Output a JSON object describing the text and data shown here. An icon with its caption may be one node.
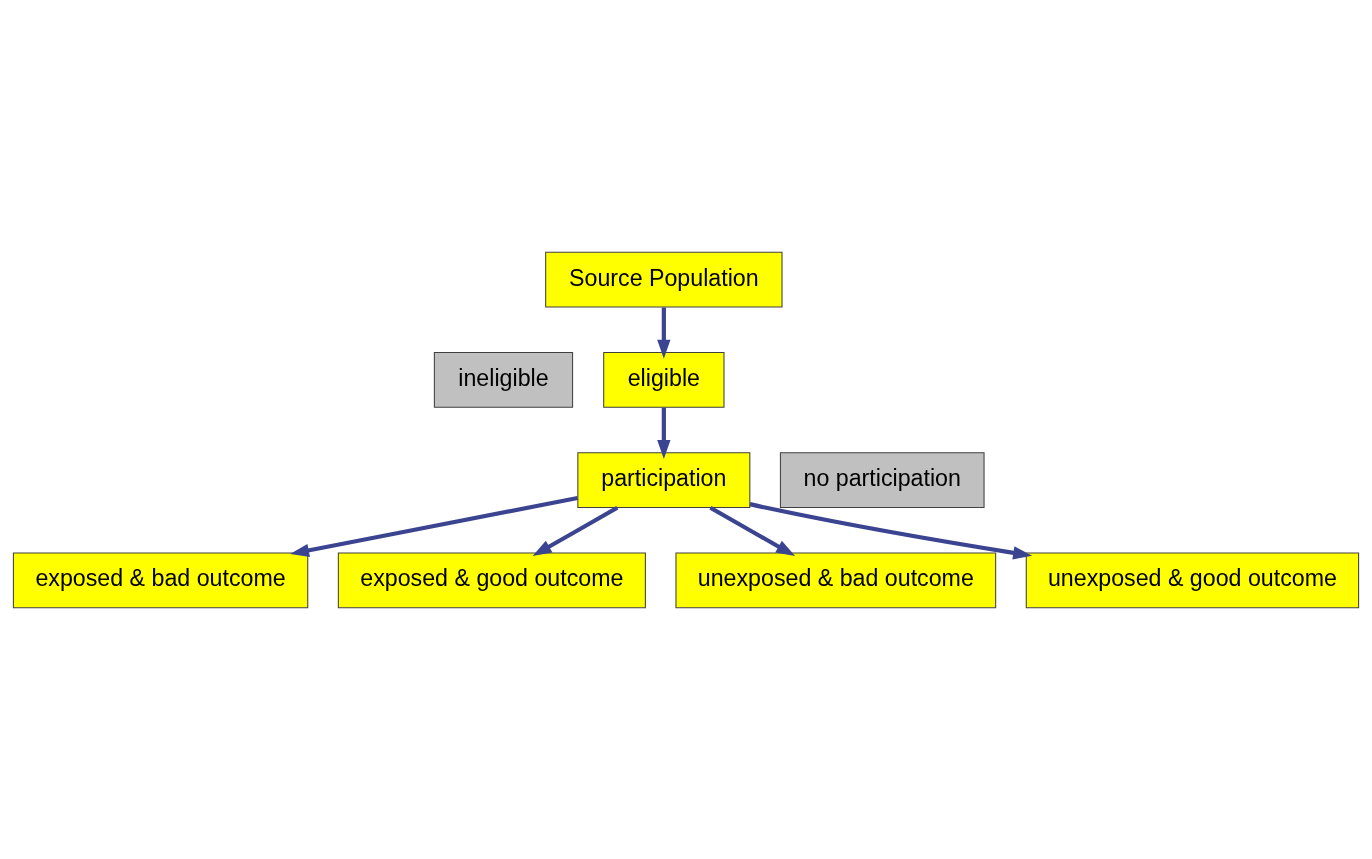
{
  "diagram": {
    "nodes": [
      {
        "text": [
          "Source Population"
        ]
      },
      {
        "text": [
          "ineligible"
        ]
      },
      {
        "text": [
          "eligible"
        ]
      },
      {
        "text": [
          "participation"
        ]
      },
      {
        "text": [
          "no participation"
        ]
      },
      {
        "text": [
          "exposed & bad outcome"
        ]
      },
      {
        "text": [
          "exposed & good outcome"
        ]
      },
      {
        "text": [
          "unexposed & bad outcome"
        ]
      },
      {
        "text": [
          "unexposed & good outcome"
        ]
      }
    ],
    "edges": [
      {
        "from": 0,
        "to": 2,
        "arrow": "to"
      },
      {
        "from": 2,
        "to": 3,
        "arrow": "to"
      },
      {
        "from": 3,
        "to": 5,
        "arrow": "to"
      },
      {
        "from": 3,
        "to": 6,
        "arrow": "to"
      },
      {
        "from": 3,
        "to": 7,
        "arrow": "to"
      },
      {
        "from": 3,
        "to": 8,
        "arrow": "to"
      }
    ]
  }
}
